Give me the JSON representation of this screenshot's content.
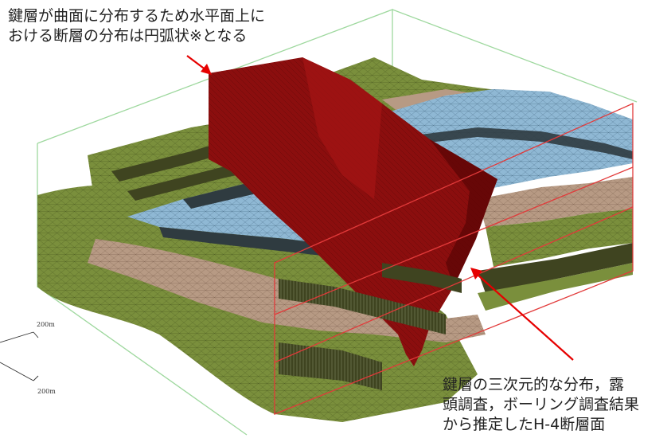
{
  "callouts": {
    "top": [
      "鍵層が曲面に分布するため水平面上に",
      "おける断層の分布は円弧状※となる"
    ],
    "bottom": [
      "鍵層の三次元的な分布，露",
      "頭調査，ボーリング調査結果",
      "から推定したH-4断層面"
    ]
  },
  "scale": {
    "label_1": "200m",
    "label_2": "200m"
  },
  "colors": {
    "fault": "#8b0e0e",
    "fault_dark": "#5e0606",
    "green_layer": "#7a8f3c",
    "tan_layer": "#b79a84",
    "blue_layer": "#8fb8d4",
    "cliff": "#3f4420",
    "frame_green": "#9ed89e",
    "frame_red": "#e23a3a",
    "arrow": "#e60000"
  }
}
